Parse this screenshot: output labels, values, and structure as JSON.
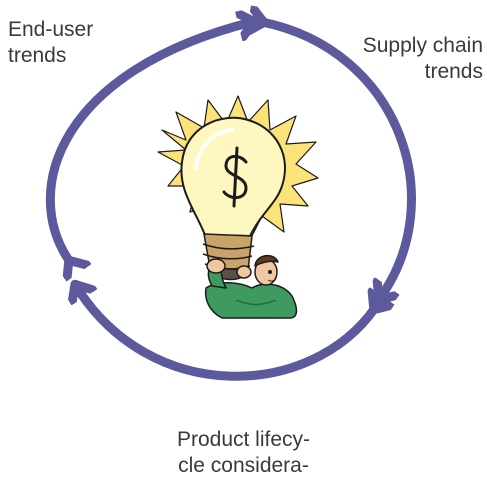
{
  "diagram": {
    "labels": {
      "end_user": [
        "End-user",
        "trends"
      ],
      "supply_chain": [
        "Supply chain",
        "trends"
      ],
      "product": [
        "Product lifecy-",
        "cle considera-"
      ]
    },
    "colors": {
      "arrow": "#5c5a9c",
      "text": "#3a3a3a",
      "bulb_glow": "#fbe37a",
      "bulb_glass": "#fff7c0",
      "person_shirt": "#3f9a5f",
      "person_skin": "#f0c7a0"
    },
    "icons": [
      "lightbulb-dollar-icon",
      "person-holding-bulb-icon"
    ]
  }
}
